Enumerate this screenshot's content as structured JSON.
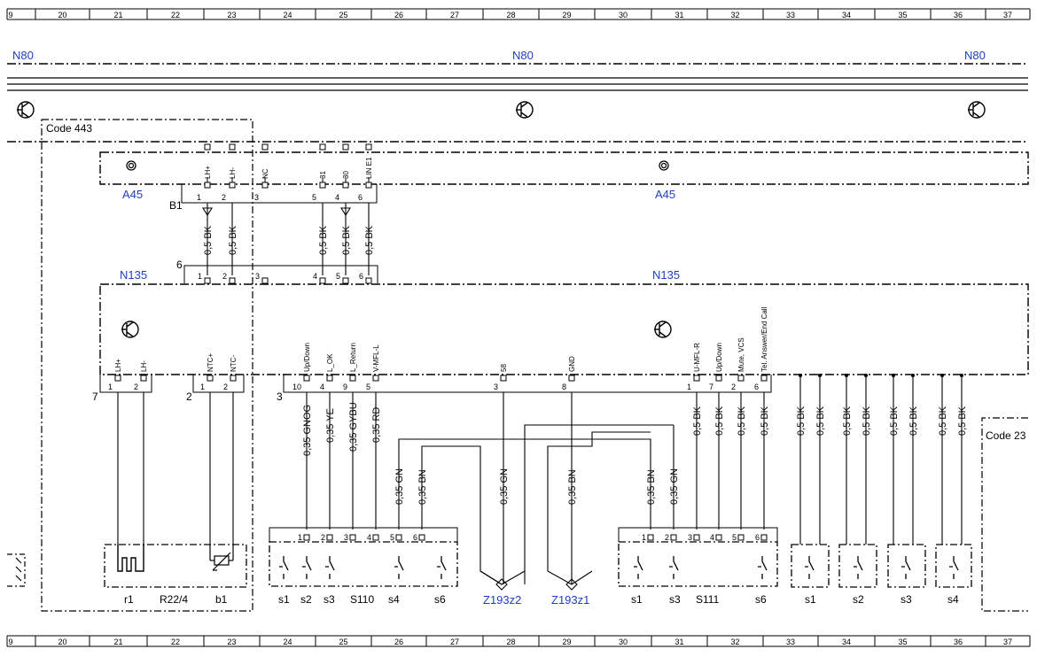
{
  "ruler": [
    "9",
    "20",
    "21",
    "22",
    "23",
    "24",
    "25",
    "26",
    "27",
    "28",
    "29",
    "30",
    "31",
    "32",
    "33",
    "34",
    "35",
    "36",
    "37"
  ],
  "labels": {
    "n80": "N80",
    "a45": "A45",
    "n135": "N135",
    "code443": "Code 443",
    "code23": "Code 23",
    "b1": "B1",
    "r22": "R22/4",
    "r1": "r1",
    "b1low": "b1",
    "s110": "S110",
    "s111": "S111",
    "z2": "Z193z2",
    "z1": "Z193z1",
    "s1": "s1",
    "s2": "s2",
    "s3": "s3",
    "s4": "s4",
    "s6": "s6",
    "c6": "6",
    "c7": "7",
    "c2": "2",
    "c3": "3"
  },
  "a45_pins": [
    {
      "num": "1",
      "name": "LH+"
    },
    {
      "num": "2",
      "name": "LH-"
    },
    {
      "num": "3",
      "name": "NC"
    },
    {
      "num": "5",
      "name": "31"
    },
    {
      "num": "4",
      "name": "30"
    },
    {
      "num": "6",
      "name": "LIN E1"
    }
  ],
  "n135_top_pins": [
    "1",
    "2",
    "3",
    "4",
    "5",
    "6"
  ],
  "n135_bottom_pins": [
    {
      "num": "1",
      "name": "LH+"
    },
    {
      "num": "2",
      "name": "LH-"
    },
    {
      "num": "1",
      "name": "NTC+"
    },
    {
      "num": "2",
      "name": "NTC-"
    },
    {
      "num": "10",
      "name": "Up/Down"
    },
    {
      "num": "4",
      "name": "L_OK"
    },
    {
      "num": "9",
      "name": "L_Return"
    },
    {
      "num": "5",
      "name": "V-MFL-L"
    },
    {
      "num": "3",
      "name": "58"
    },
    {
      "num": "8",
      "name": "GND"
    },
    {
      "num": "1",
      "name": "U-MFL-R"
    },
    {
      "num": "7",
      "name": "Up/Down"
    },
    {
      "num": "2",
      "name": "Mute, VCS"
    },
    {
      "num": "6",
      "name": "Tel. Answer/End Call"
    }
  ],
  "wires_top": [
    "0,5 BK",
    "0,5 BK",
    "0,5 BK",
    "0,5 BK",
    "0,5 BK"
  ],
  "wires_left": [
    "0,35 GNOG",
    "0,35 YE",
    "0,35 GYBU",
    "0,35 RD",
    "0,35 GN",
    "0,35 BN"
  ],
  "wires_mid": [
    "0,35 GN",
    "0,35 BN",
    "0,35 BN",
    "0,35 GN"
  ],
  "wires_right": [
    "0,5 BK",
    "0,5 BK",
    "0,5 BK",
    "0,5 BK",
    "0,5 BK",
    "0,5 BK",
    "0,5 BK",
    "0,5 BK",
    "0,5 BK",
    "0,5 BK",
    "0,5 BK",
    "0,5 BK"
  ],
  "s110_pins": [
    "1",
    "2",
    "3",
    "4",
    "5",
    "6"
  ],
  "s111_pins": [
    "1",
    "2",
    "3",
    "4",
    "5",
    "6"
  ]
}
